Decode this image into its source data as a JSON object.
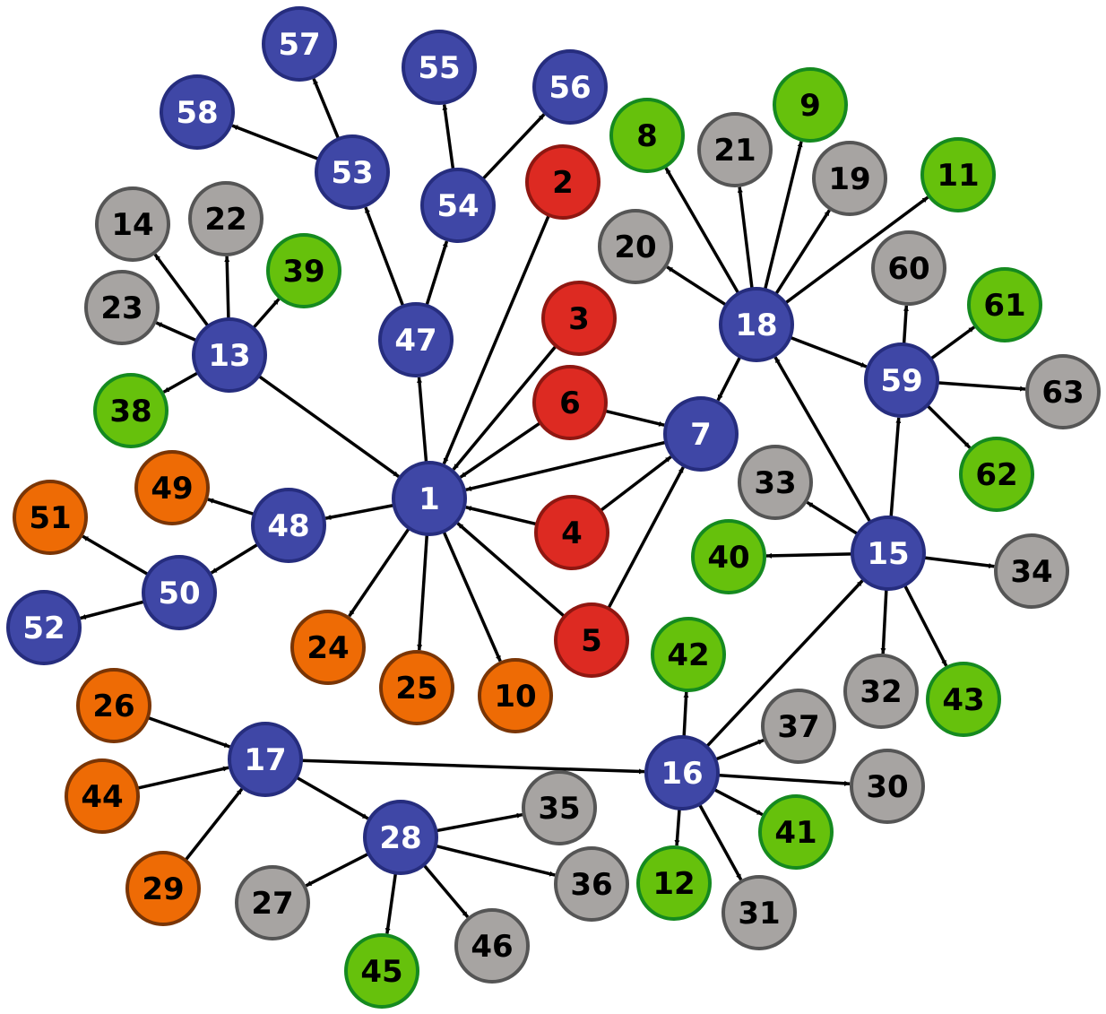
{
  "colors": {
    "hub": {
      "fill": "#3f47a6",
      "stroke": "#262d7e",
      "text": "#ffffff"
    },
    "red": {
      "fill": "#dd2a22",
      "stroke": "#8f1711",
      "text": "#000000"
    },
    "orange": {
      "fill": "#ee6b05",
      "stroke": "#7a3505",
      "text": "#000000"
    },
    "green": {
      "fill": "#66c10c",
      "stroke": "#158a1f",
      "text": "#000000"
    },
    "grey": {
      "fill": "#a7a4a2",
      "stroke": "#555555",
      "text": "#000000"
    },
    "edge": "#000000",
    "background": "#ffffff"
  },
  "nodes": [
    {
      "id": "1",
      "label": "1",
      "category": "hub"
    },
    {
      "id": "2",
      "label": "2",
      "category": "red"
    },
    {
      "id": "3",
      "label": "3",
      "category": "red"
    },
    {
      "id": "4",
      "label": "4",
      "category": "red"
    },
    {
      "id": "5",
      "label": "5",
      "category": "red"
    },
    {
      "id": "6",
      "label": "6",
      "category": "red"
    },
    {
      "id": "7",
      "label": "7",
      "category": "hub"
    },
    {
      "id": "8",
      "label": "8",
      "category": "green"
    },
    {
      "id": "9",
      "label": "9",
      "category": "green"
    },
    {
      "id": "10",
      "label": "10",
      "category": "orange"
    },
    {
      "id": "11",
      "label": "11",
      "category": "green"
    },
    {
      "id": "12",
      "label": "12",
      "category": "green"
    },
    {
      "id": "13",
      "label": "13",
      "category": "hub"
    },
    {
      "id": "14",
      "label": "14",
      "category": "grey"
    },
    {
      "id": "15",
      "label": "15",
      "category": "hub"
    },
    {
      "id": "16",
      "label": "16",
      "category": "hub"
    },
    {
      "id": "17",
      "label": "17",
      "category": "hub"
    },
    {
      "id": "18",
      "label": "18",
      "category": "hub"
    },
    {
      "id": "19",
      "label": "19",
      "category": "grey"
    },
    {
      "id": "20",
      "label": "20",
      "category": "grey"
    },
    {
      "id": "21",
      "label": "21",
      "category": "grey"
    },
    {
      "id": "22",
      "label": "22",
      "category": "grey"
    },
    {
      "id": "23",
      "label": "23",
      "category": "grey"
    },
    {
      "id": "24",
      "label": "24",
      "category": "orange"
    },
    {
      "id": "25",
      "label": "25",
      "category": "orange"
    },
    {
      "id": "26",
      "label": "26",
      "category": "orange"
    },
    {
      "id": "27",
      "label": "27",
      "category": "grey"
    },
    {
      "id": "28",
      "label": "28",
      "category": "hub"
    },
    {
      "id": "29",
      "label": "29",
      "category": "orange"
    },
    {
      "id": "30",
      "label": "30",
      "category": "grey"
    },
    {
      "id": "31",
      "label": "31",
      "category": "grey"
    },
    {
      "id": "32",
      "label": "32",
      "category": "grey"
    },
    {
      "id": "33",
      "label": "33",
      "category": "grey"
    },
    {
      "id": "34",
      "label": "34",
      "category": "grey"
    },
    {
      "id": "35",
      "label": "35",
      "category": "grey"
    },
    {
      "id": "36",
      "label": "36",
      "category": "grey"
    },
    {
      "id": "37",
      "label": "37",
      "category": "grey"
    },
    {
      "id": "38",
      "label": "38",
      "category": "green"
    },
    {
      "id": "39",
      "label": "39",
      "category": "green"
    },
    {
      "id": "40",
      "label": "40",
      "category": "green"
    },
    {
      "id": "41",
      "label": "41",
      "category": "green"
    },
    {
      "id": "42",
      "label": "42",
      "category": "green"
    },
    {
      "id": "43",
      "label": "43",
      "category": "green"
    },
    {
      "id": "44",
      "label": "44",
      "category": "orange"
    },
    {
      "id": "45",
      "label": "45",
      "category": "green"
    },
    {
      "id": "46",
      "label": "46",
      "category": "grey"
    },
    {
      "id": "47",
      "label": "47",
      "category": "hub"
    },
    {
      "id": "48",
      "label": "48",
      "category": "hub"
    },
    {
      "id": "49",
      "label": "49",
      "category": "orange"
    },
    {
      "id": "50",
      "label": "50",
      "category": "hub"
    },
    {
      "id": "51",
      "label": "51",
      "category": "orange"
    },
    {
      "id": "52",
      "label": "52",
      "category": "hub"
    },
    {
      "id": "53",
      "label": "53",
      "category": "hub"
    },
    {
      "id": "54",
      "label": "54",
      "category": "hub"
    },
    {
      "id": "55",
      "label": "55",
      "category": "hub"
    },
    {
      "id": "56",
      "label": "56",
      "category": "hub"
    },
    {
      "id": "57",
      "label": "57",
      "category": "hub"
    },
    {
      "id": "58",
      "label": "58",
      "category": "hub"
    },
    {
      "id": "59",
      "label": "59",
      "category": "hub"
    },
    {
      "id": "60",
      "label": "60",
      "category": "grey"
    },
    {
      "id": "61",
      "label": "61",
      "category": "green"
    },
    {
      "id": "62",
      "label": "62",
      "category": "green"
    },
    {
      "id": "63",
      "label": "63",
      "category": "grey"
    }
  ],
  "edges": [
    {
      "from": "2",
      "to": "1"
    },
    {
      "from": "3",
      "to": "1"
    },
    {
      "from": "6",
      "to": "1"
    },
    {
      "from": "4",
      "to": "1"
    },
    {
      "from": "5",
      "to": "1"
    },
    {
      "from": "7",
      "to": "1"
    },
    {
      "from": "13",
      "to": "1"
    },
    {
      "from": "1",
      "to": "47"
    },
    {
      "from": "1",
      "to": "48"
    },
    {
      "from": "1",
      "to": "24"
    },
    {
      "from": "1",
      "to": "25"
    },
    {
      "from": "1",
      "to": "10"
    },
    {
      "from": "6",
      "to": "7"
    },
    {
      "from": "4",
      "to": "7"
    },
    {
      "from": "5",
      "to": "7"
    },
    {
      "from": "18",
      "to": "7"
    },
    {
      "from": "47",
      "to": "53"
    },
    {
      "from": "47",
      "to": "54"
    },
    {
      "from": "53",
      "to": "57"
    },
    {
      "from": "53",
      "to": "58"
    },
    {
      "from": "54",
      "to": "55"
    },
    {
      "from": "54",
      "to": "56"
    },
    {
      "from": "13",
      "to": "14"
    },
    {
      "from": "13",
      "to": "22"
    },
    {
      "from": "13",
      "to": "39"
    },
    {
      "from": "13",
      "to": "23"
    },
    {
      "from": "13",
      "to": "38"
    },
    {
      "from": "48",
      "to": "49"
    },
    {
      "from": "48",
      "to": "50"
    },
    {
      "from": "50",
      "to": "51"
    },
    {
      "from": "50",
      "to": "52"
    },
    {
      "from": "18",
      "to": "8"
    },
    {
      "from": "18",
      "to": "21"
    },
    {
      "from": "18",
      "to": "9"
    },
    {
      "from": "18",
      "to": "19"
    },
    {
      "from": "18",
      "to": "11"
    },
    {
      "from": "18",
      "to": "20"
    },
    {
      "from": "18",
      "to": "59"
    },
    {
      "from": "59",
      "to": "60"
    },
    {
      "from": "59",
      "to": "61"
    },
    {
      "from": "59",
      "to": "63"
    },
    {
      "from": "59",
      "to": "62"
    },
    {
      "from": "15",
      "to": "18"
    },
    {
      "from": "15",
      "to": "59"
    },
    {
      "from": "15",
      "to": "33"
    },
    {
      "from": "15",
      "to": "40"
    },
    {
      "from": "15",
      "to": "34"
    },
    {
      "from": "15",
      "to": "32"
    },
    {
      "from": "15",
      "to": "43"
    },
    {
      "from": "16",
      "to": "15"
    },
    {
      "from": "16",
      "to": "42"
    },
    {
      "from": "16",
      "to": "37"
    },
    {
      "from": "16",
      "to": "30"
    },
    {
      "from": "16",
      "to": "41"
    },
    {
      "from": "16",
      "to": "12"
    },
    {
      "from": "16",
      "to": "31"
    },
    {
      "from": "17",
      "to": "16"
    },
    {
      "from": "26",
      "to": "17"
    },
    {
      "from": "44",
      "to": "17"
    },
    {
      "from": "29",
      "to": "17"
    },
    {
      "from": "17",
      "to": "28"
    },
    {
      "from": "28",
      "to": "35"
    },
    {
      "from": "28",
      "to": "36"
    },
    {
      "from": "28",
      "to": "27"
    },
    {
      "from": "28",
      "to": "45"
    },
    {
      "from": "28",
      "to": "46"
    }
  ]
}
